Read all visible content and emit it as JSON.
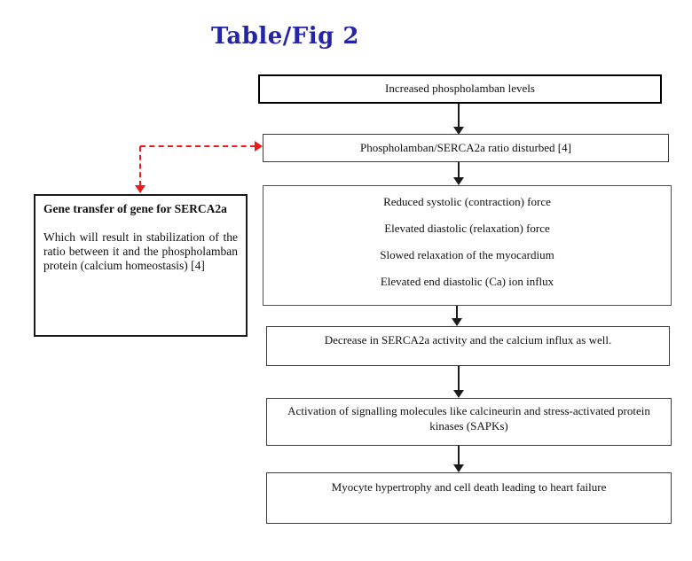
{
  "title": "Table/Fig 2",
  "colors": {
    "title_blue": "#2424a8",
    "connector_red": "#e81c1c",
    "arrow_black": "#1a1a1a",
    "box_border": "#3c3c3c"
  },
  "flow": {
    "nodes": [
      {
        "label": "Increased phospholamban levels"
      },
      {
        "label": "Phospholamban/SERCA2a ratio disturbed [4]"
      },
      {
        "lines": [
          "Reduced systolic (contraction) force",
          "Elevated diastolic (relaxation) force",
          "Slowed relaxation of the myocardium",
          "Elevated end diastolic (Ca) ion influx"
        ]
      },
      {
        "label": "Decrease in SERCA2a activity and the calcium influx as well."
      },
      {
        "label": "Activation of signalling molecules like calcineurin and stress-activated protein kinases (SAPKs)"
      },
      {
        "label": "Myocyte hypertrophy and cell death leading to heart failure"
      }
    ]
  },
  "side_note": {
    "heading": "Gene transfer of gene for SERCA2a",
    "body": "Which will result in stabilization of the ratio between it and the phospholamban protein (calcium homeostasis) [4]"
  }
}
